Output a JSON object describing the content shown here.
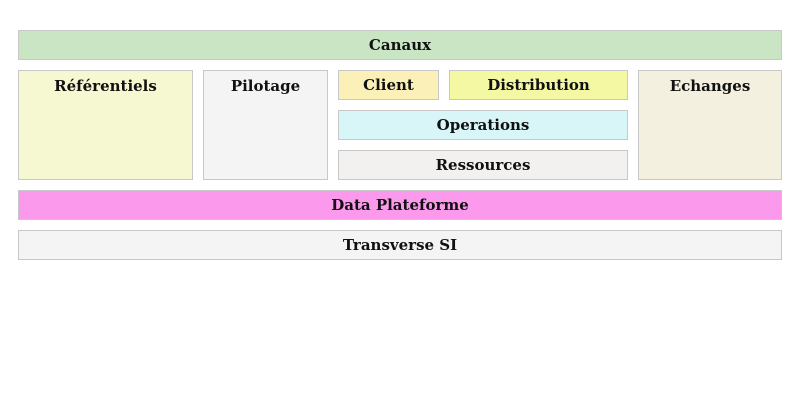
{
  "diagram": {
    "canaux": {
      "label": "Canaux",
      "color": "#c9e5c4"
    },
    "referentiels": {
      "label": "Référentiels",
      "color": "#f6f8d2"
    },
    "pilotage": {
      "label": "Pilotage",
      "color": "#f4f4f4"
    },
    "client": {
      "label": "Client",
      "color": "#fbf1b8"
    },
    "distribution": {
      "label": "Distribution",
      "color": "#f4f8a2"
    },
    "operations": {
      "label": "Operations",
      "color": "#d8f6f8"
    },
    "ressources": {
      "label": "Ressources",
      "color": "#f3f0f0"
    },
    "echanges": {
      "label": "Echanges",
      "color": "#f3f0e0"
    },
    "data": {
      "label": "Data Plateforme",
      "color": "#fb9aec"
    },
    "transverse": {
      "label": "Transverse SI",
      "color": "#f4f4f4"
    }
  }
}
